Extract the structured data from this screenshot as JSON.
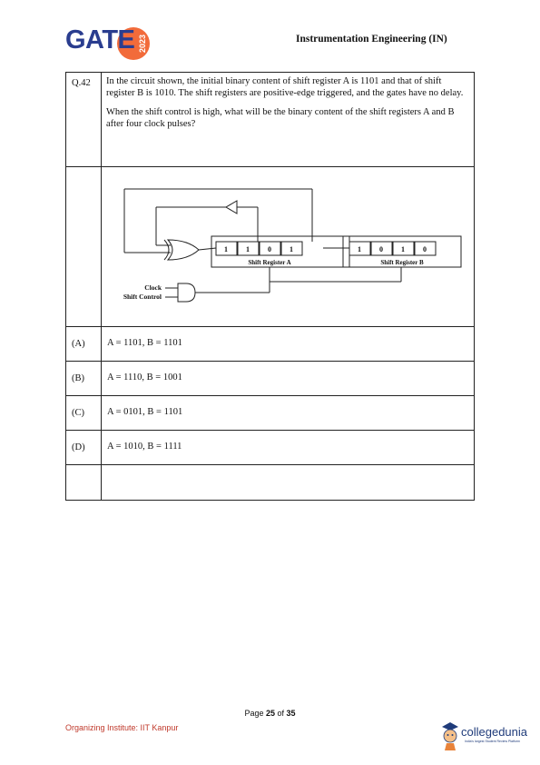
{
  "header": {
    "logo_text": "GATE",
    "logo_year": "2023",
    "title": "Instrumentation Engineering (IN)"
  },
  "question": {
    "number": "Q.42",
    "paragraph1": "In the circuit shown, the initial binary content of shift register A is 1101 and that of shift register B is 1010. The shift registers are positive-edge triggered, and the gates have no delay.",
    "paragraph2": "When the shift control is high, what will be the binary content of the shift registers A and B after four clock pulses?"
  },
  "figure": {
    "register_a": {
      "label": "Shift Register A",
      "bits": [
        "1",
        "1",
        "0",
        "1"
      ]
    },
    "register_b": {
      "label": "Shift Register B",
      "bits": [
        "1",
        "0",
        "1",
        "0"
      ]
    },
    "clock_label": "Clock",
    "shift_control_label": "Shift Control"
  },
  "options": [
    {
      "label": "(A)",
      "text": "A = 1101, B = 1101"
    },
    {
      "label": "(B)",
      "text": "A = 1110, B = 1001"
    },
    {
      "label": "(C)",
      "text": "A = 0101, B = 1101"
    },
    {
      "label": "(D)",
      "text": "A = 1010, B = 1111"
    }
  ],
  "footer": {
    "page_prefix": "Page ",
    "page_current": "25",
    "page_of": " of ",
    "page_total": "35",
    "organizer": "Organizing Institute: IIT Kanpur",
    "brand": "collegedunia",
    "tagline": "India's largest Student Review Platform"
  },
  "colors": {
    "gate_blue": "#2a3d8f",
    "gate_orange": "#f26b3a",
    "organizer_red": "#c0392b",
    "brand_blue": "#1f3b7a"
  }
}
